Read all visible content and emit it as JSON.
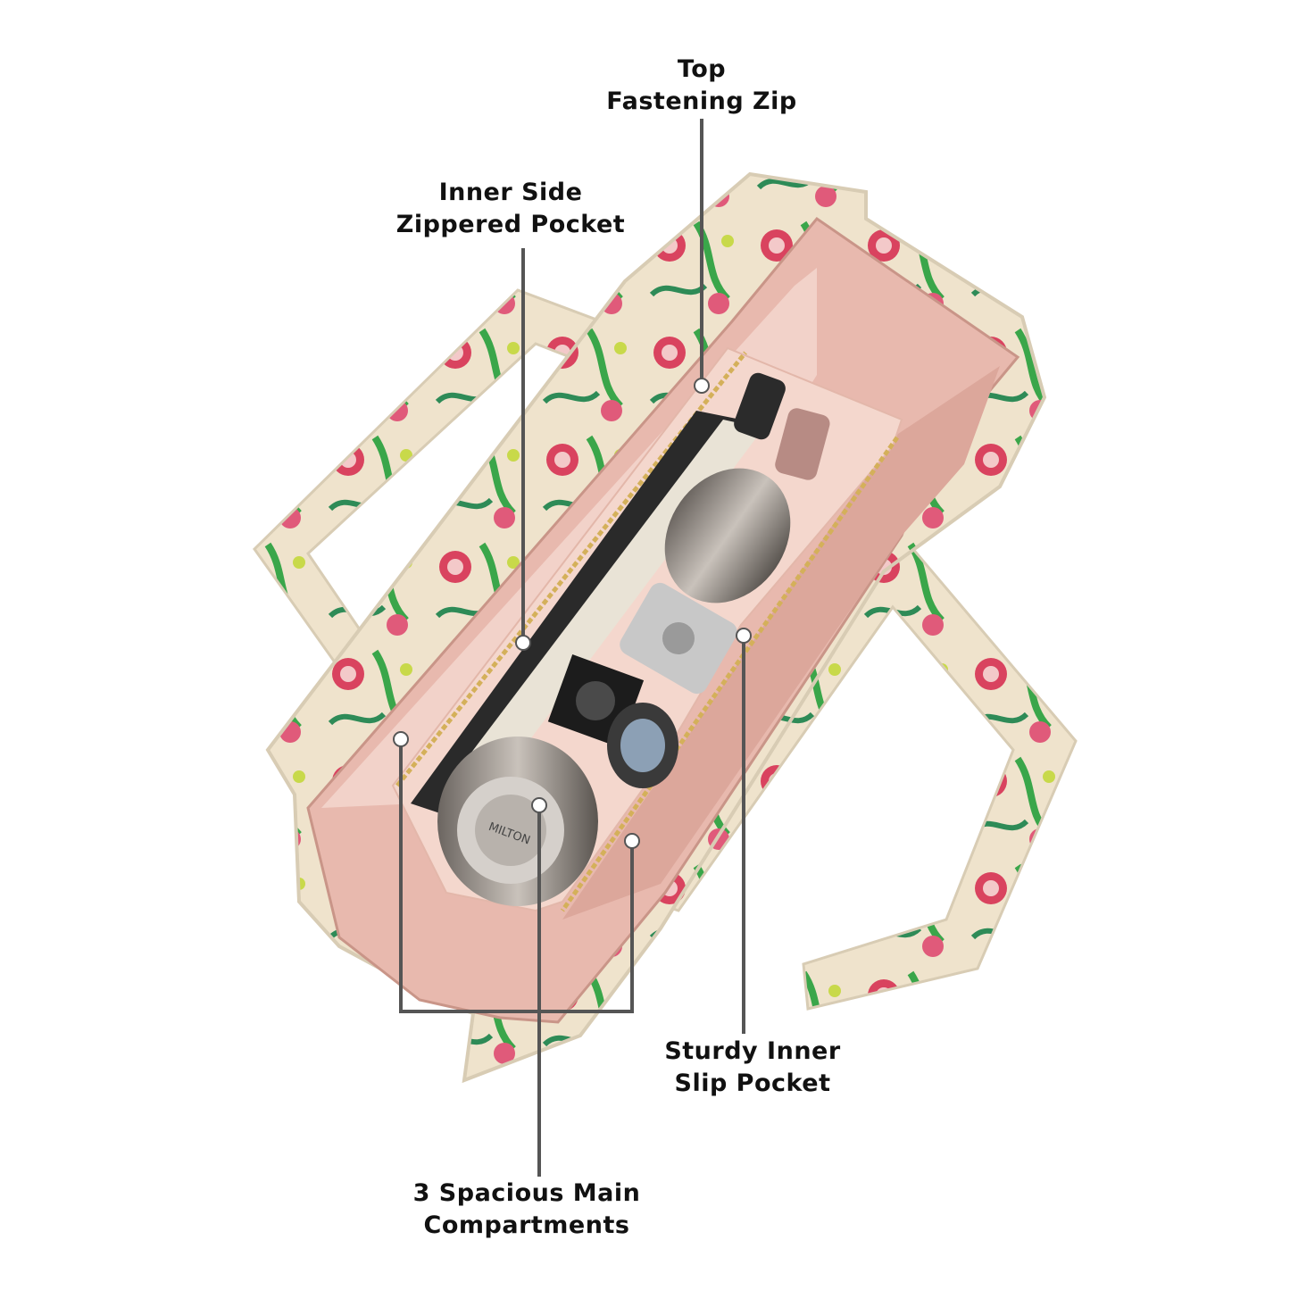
{
  "callouts": {
    "top_zip": {
      "line1": "Top",
      "line2": "Fastening Zip"
    },
    "side_pocket": {
      "line1": "Inner Side",
      "line2": "Zippered Pocket"
    },
    "slip_pocket": {
      "line1": "Sturdy Inner",
      "line2": "Slip Pocket"
    },
    "compartments": {
      "line1": "3 Spacious Main",
      "line2": "Compartments"
    }
  },
  "bottle_brand": "MILTON",
  "colors": {
    "bag_cream": "#efe3cc",
    "lining_pink": "#e8b9ae",
    "floral_pink": "#d9435f",
    "leaf_green": "#3aa64a",
    "pointer_gray": "#555555"
  }
}
